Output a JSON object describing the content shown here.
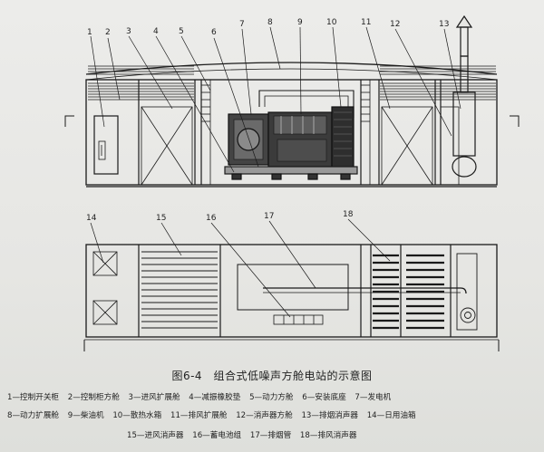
{
  "figure": {
    "caption": "图6-4　组合式低噪声方舱电站的示意图",
    "callouts": [
      "1",
      "2",
      "3",
      "4",
      "5",
      "6",
      "7",
      "8",
      "9",
      "10",
      "11",
      "12",
      "13",
      "14",
      "15",
      "16",
      "17",
      "18"
    ],
    "legend_rows": [
      [
        "1—控制开关柜",
        "2—控制柜方舱",
        "3—进风扩展舱",
        "4—减振橡胶垫",
        "5—动力方舱",
        "6—安装底座",
        "7—发电机"
      ],
      [
        "8—动力扩展舱",
        "9—柴油机",
        "10—散热水箱",
        "11—排风扩展舱",
        "12—消声器方舱",
        "13—排烟消声器",
        "14—日用油箱"
      ],
      [
        "15—进风消声器",
        "16—蓄电池组",
        "17—排烟管",
        "18—排风消声器"
      ]
    ]
  }
}
